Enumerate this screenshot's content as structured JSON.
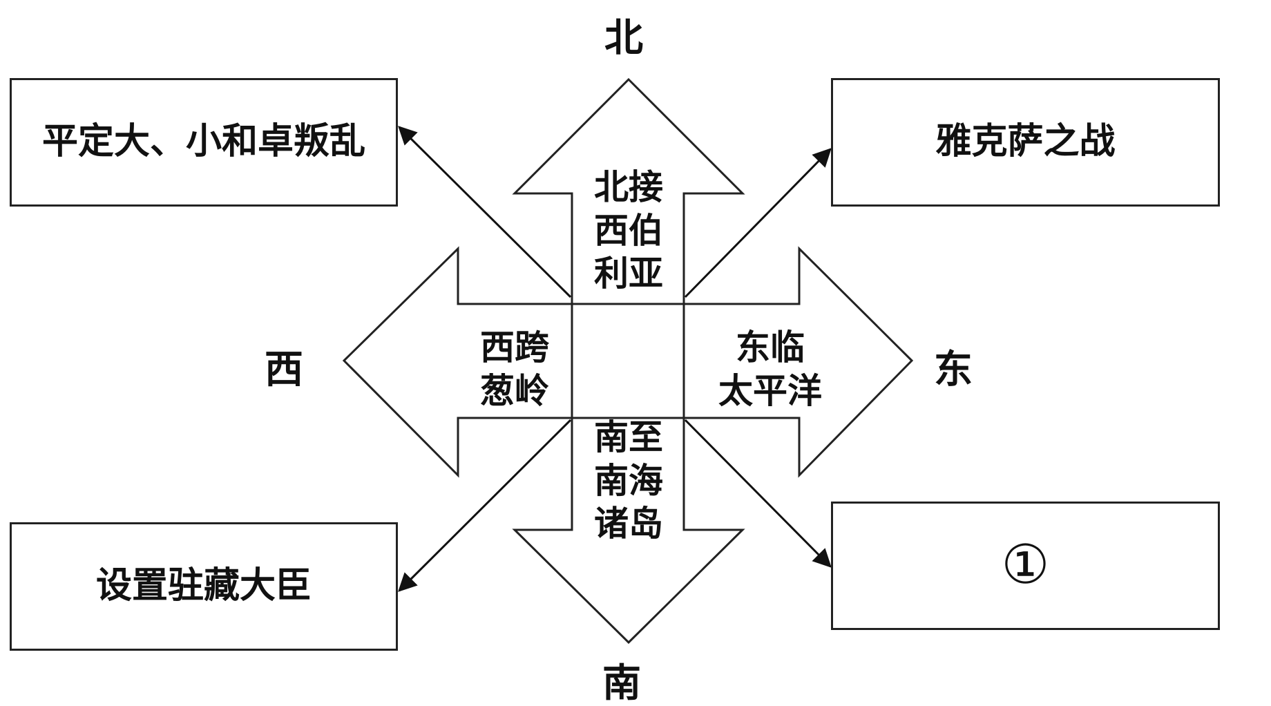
{
  "directions": {
    "north": "北",
    "south": "南",
    "west": "西",
    "east": "东"
  },
  "arrows": {
    "north_text": [
      "北接",
      "西伯",
      "利亚"
    ],
    "west_text": [
      "西跨",
      "葱岭"
    ],
    "east_text": [
      "东临",
      "太平洋"
    ],
    "south_text": [
      "南至",
      "南海",
      "诸岛"
    ]
  },
  "boxes": {
    "top_left": "平定大、小和卓叛乱",
    "top_right": "雅克萨之战",
    "bottom_left": "设置驻藏大臣",
    "bottom_right": "①"
  }
}
